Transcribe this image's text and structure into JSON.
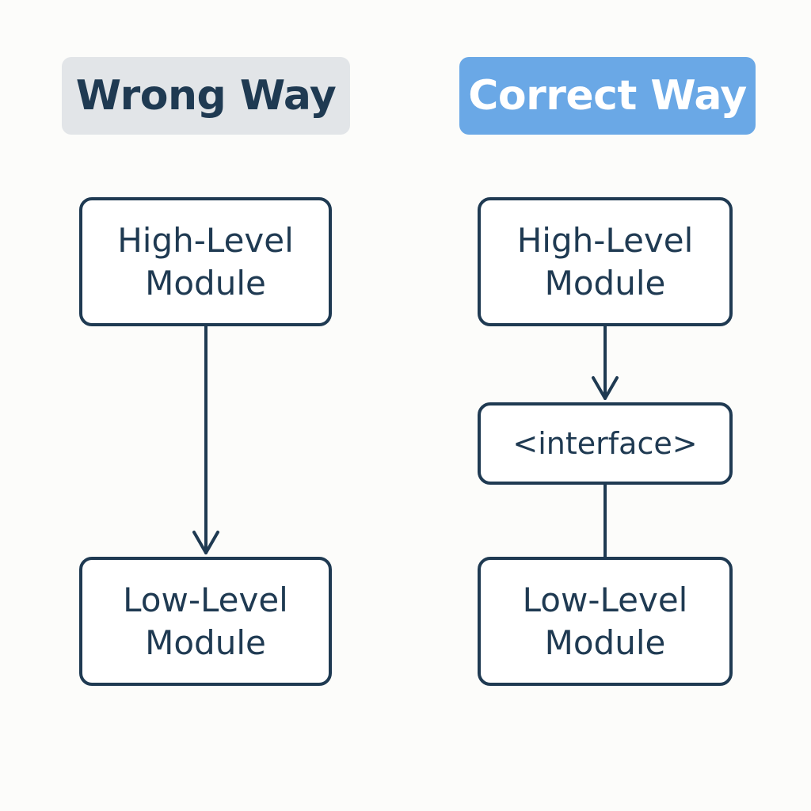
{
  "headings": {
    "wrong": "Wrong Way",
    "correct": "Correct Way"
  },
  "wrong_way": {
    "high_level": [
      "High-Level",
      "Module"
    ],
    "low_level": [
      "Low-Level",
      "Module"
    ]
  },
  "correct_way": {
    "high_level": [
      "High-Level",
      "Module"
    ],
    "interface": "<interface>",
    "low_level": [
      "Low-Level",
      "Module"
    ]
  },
  "colors": {
    "background": "#fcfcfa",
    "ink": "#1f3a52",
    "wrong_heading_bg": "#e2e5e8",
    "correct_heading_bg": "#6aa8e6",
    "correct_heading_text": "#ffffff"
  }
}
